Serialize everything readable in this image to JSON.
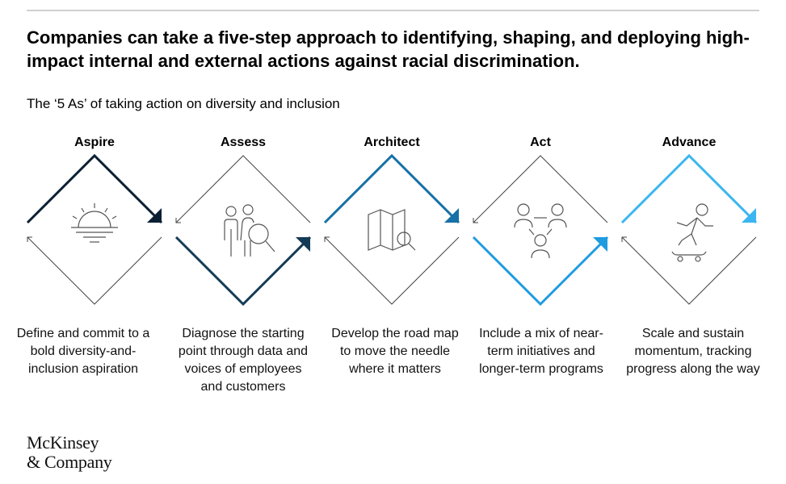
{
  "headline": "Companies can take a five-step approach to identifying, shaping, and deploying high-impact internal and external actions against racial discrimination.",
  "subtitle": "The ‘5 As’ of taking action on diversity and inclusion",
  "steps": [
    {
      "title": "Aspire",
      "description": "Define and commit to a bold diversity-and-inclusion aspiration",
      "color": "#0b1f33",
      "icon": "sunset-icon",
      "highlight": "top"
    },
    {
      "title": "Assess",
      "description": "Diagnose the starting point through data and voices of employees and customers",
      "color": "#143b56",
      "icon": "people-magnifier-icon",
      "highlight": "bottom"
    },
    {
      "title": "Architect",
      "description": "Develop the road map to move the needle where it matters",
      "color": "#1770a7",
      "icon": "map-search-icon",
      "highlight": "top"
    },
    {
      "title": "Act",
      "description": "Include a mix of near-term initiatives and longer-term programs",
      "color": "#1f9be0",
      "icon": "team-icon",
      "highlight": "bottom"
    },
    {
      "title": "Advance",
      "description": "Scale and sustain momentum, tracking progress along the way",
      "color": "#3bb6f0",
      "icon": "skateboarder-icon",
      "highlight": "top"
    }
  ],
  "logo": {
    "line1": "McKinsey",
    "line2": "& Company"
  }
}
